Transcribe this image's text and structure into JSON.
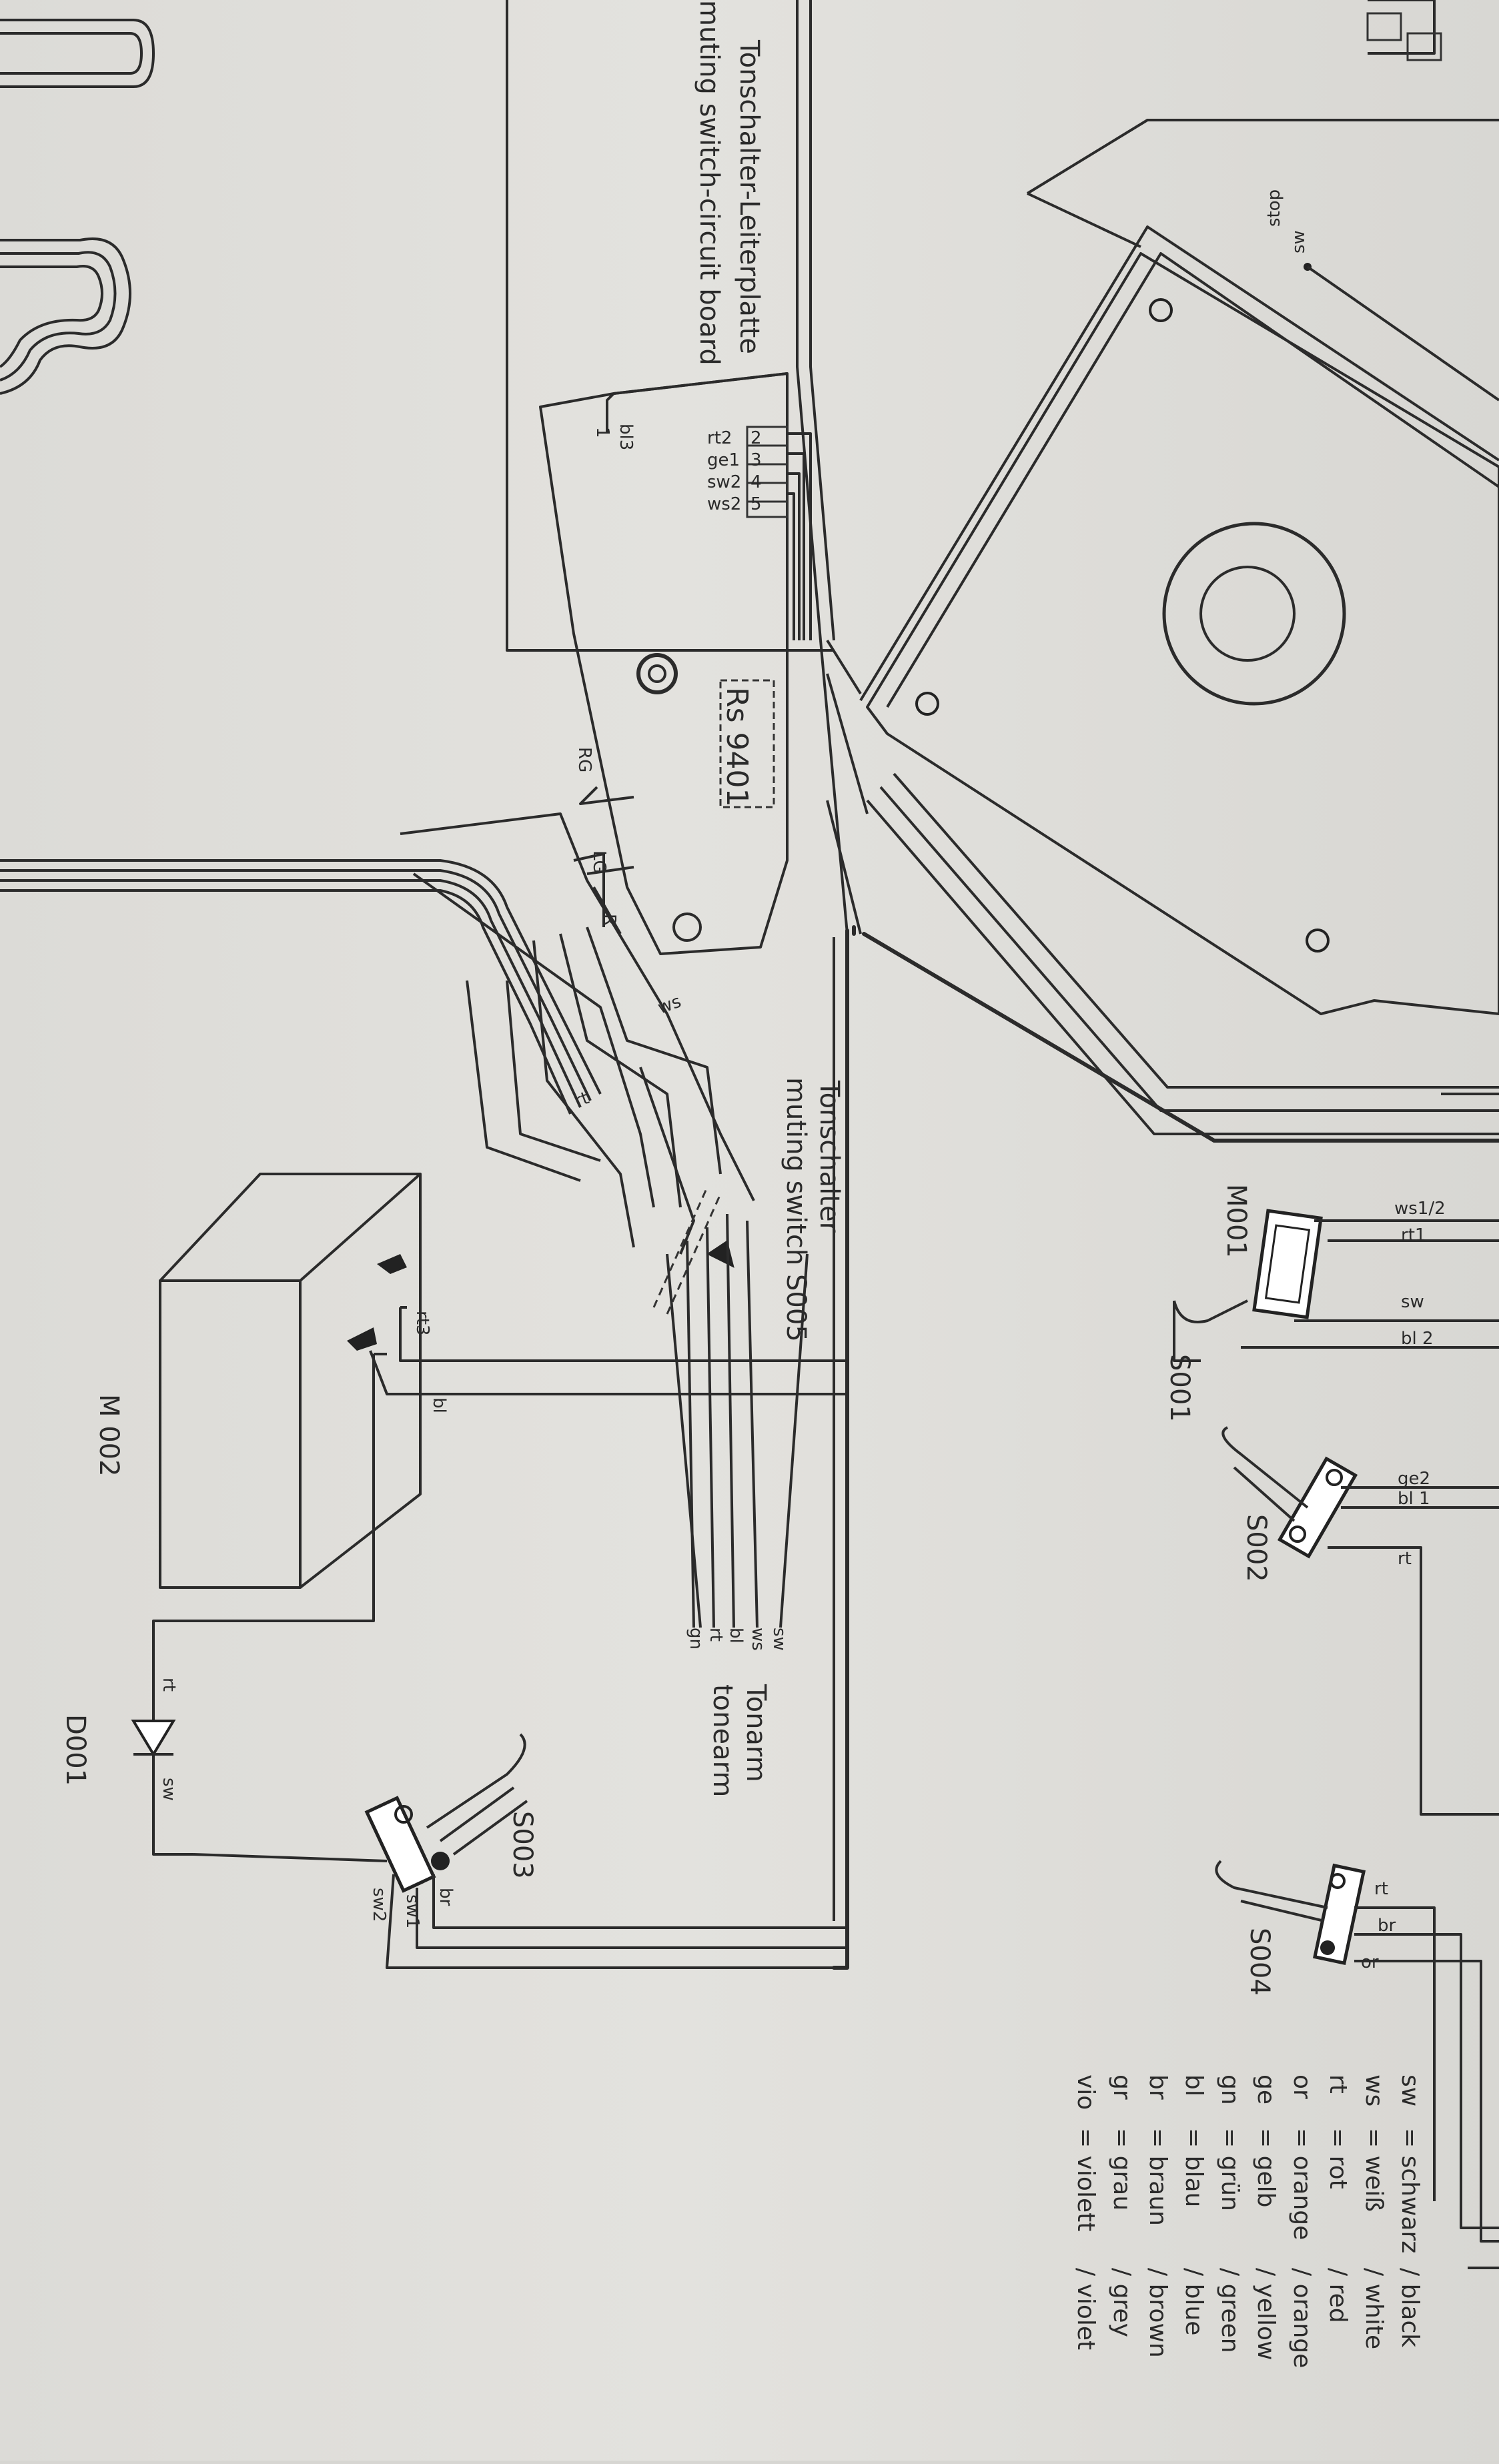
{
  "labels": {
    "board_de": "Tonschalter-Leiterplatte",
    "board_en": "muting switch-circuit board",
    "muting_de": "Tonschalter",
    "muting_en": "muting switch  S005",
    "tonearm_de": "Tonarm",
    "tonearm_en": "tonearm",
    "rs": "Rs 9401",
    "stop": "stop",
    "sw_top": "sw"
  },
  "components": {
    "m001": "M001",
    "m002": "M 002",
    "s001": "S001",
    "s002": "S002",
    "s003": "S003",
    "s004": "S004",
    "d001": "D001"
  },
  "board_pins": {
    "bl3": "bl3",
    "pin1": "1",
    "rt2": "rt2",
    "ge1": "ge1",
    "sw2": "sw2",
    "ws2": "ws2",
    "n2": "2",
    "n3": "3",
    "n4": "4",
    "n5": "5",
    "RG": "RG",
    "LG": "LG",
    "R": "R"
  },
  "wire_labels": {
    "ws12": "ws1/2",
    "rt1": "rt1",
    "sw": "sw",
    "bl2": "bl 2",
    "ge2": "ge2",
    "bl1": "bl 1",
    "rt": "rt",
    "s004_rt": "rt",
    "s004_br": "br",
    "s004_or": "or",
    "ws": "ws",
    "rt_s005": "rt",
    "rt3": "rt3",
    "bl": "bl",
    "d001_rt": "rt",
    "d001_sw": "sw",
    "s003_br": "br",
    "s003_sw1": "sw1",
    "s003_sw2": "sw2",
    "tonearm_sw": "sw",
    "tonearm_ws": "ws",
    "tonearm_bl": "bl",
    "tonearm_rt": "rt",
    "tonearm_gn": "gn"
  },
  "legend": [
    {
      "code": "sw",
      "de": "= schwarz",
      "en": "/ black"
    },
    {
      "code": "ws",
      "de": "= weiß",
      "en": "/ white"
    },
    {
      "code": "rt",
      "de": "= rot",
      "en": "/ red"
    },
    {
      "code": "or",
      "de": "= orange",
      "en": "/ orange"
    },
    {
      "code": "ge",
      "de": "= gelb",
      "en": "/ yellow"
    },
    {
      "code": "gn",
      "de": "= grün",
      "en": "/ green"
    },
    {
      "code": "bl",
      "de": "= blau",
      "en": "/ blue"
    },
    {
      "code": "br",
      "de": "= braun",
      "en": "/ brown"
    },
    {
      "code": "gr",
      "de": "= grau",
      "en": "/ grey"
    },
    {
      "code": "vio",
      "de": "= violett",
      "en": "/ violet"
    }
  ]
}
